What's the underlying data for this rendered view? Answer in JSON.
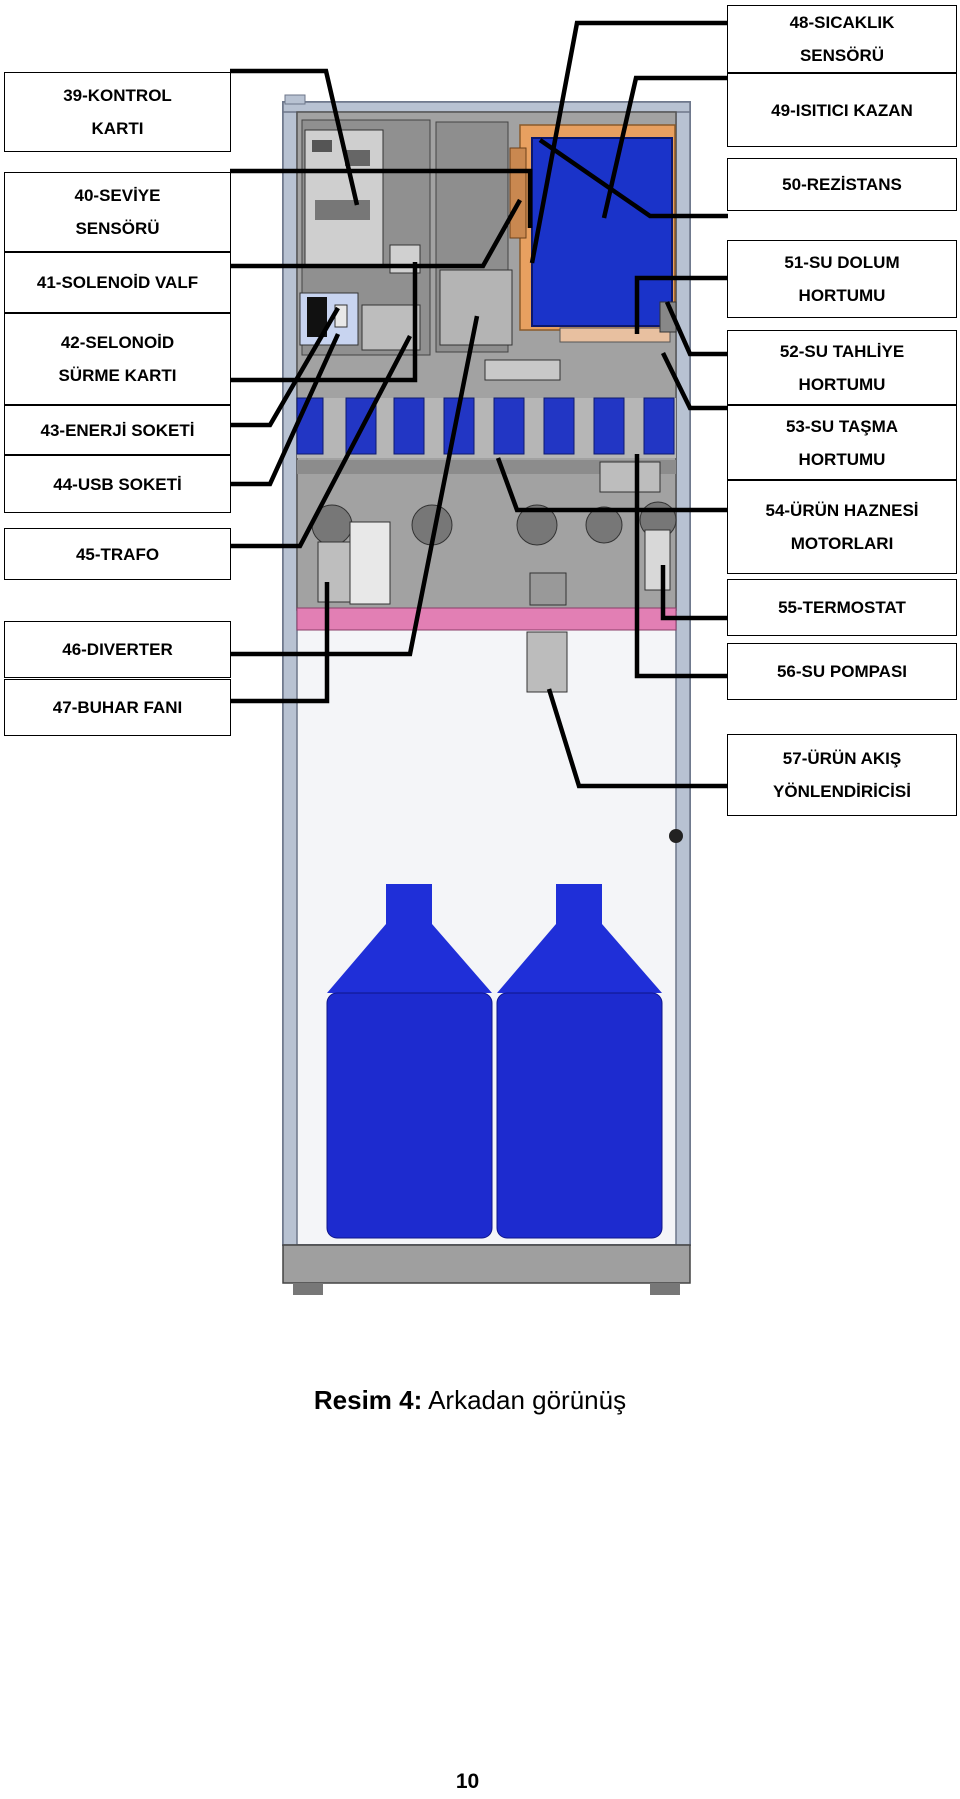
{
  "labels_left": [
    {
      "id": "39",
      "text": "39-KONTROL\nKARTI"
    },
    {
      "id": "40",
      "text": "40-SEVİYE\nSENSÖRÜ"
    },
    {
      "id": "41",
      "text": "41-SOLENOİD VALF"
    },
    {
      "id": "42",
      "text": "42-SELONOİD\nSÜRME KARTI"
    },
    {
      "id": "43",
      "text": "43-ENERJİ SOKETİ"
    },
    {
      "id": "44",
      "text": "44-USB SOKETİ"
    },
    {
      "id": "45",
      "text": "45-TRAFO"
    },
    {
      "id": "46",
      "text": "46-DIVERTER"
    },
    {
      "id": "47",
      "text": "47-BUHAR FANI"
    }
  ],
  "labels_right": [
    {
      "id": "48",
      "text": "48-SICAKLIK\nSENSÖRÜ"
    },
    {
      "id": "49",
      "text": "49-ISITICI KAZAN"
    },
    {
      "id": "50",
      "text": "50-REZİSTANS"
    },
    {
      "id": "51",
      "text": "51-SU DOLUM\nHORTUMU"
    },
    {
      "id": "52",
      "text": "52-SU TAHLİYE\nHORTUMU"
    },
    {
      "id": "53",
      "text": "53-SU TAŞMA\nHORTUMU"
    },
    {
      "id": "54",
      "text": "54-ÜRÜN HAZNESİ\nMOTORLARI"
    },
    {
      "id": "55",
      "text": "55-TERMOSTAT"
    },
    {
      "id": "56",
      "text": "56-SU POMPASI"
    },
    {
      "id": "57",
      "text": "57-ÜRÜN AKIŞ\nYÖNLENDİRİCİSİ"
    }
  ],
  "caption": {
    "bold": "Resim 4:",
    "normal": " Arkadan görünüş"
  },
  "page_number": "10",
  "colors": {
    "frame": "#aeb9c9",
    "panel": "#9a9a9a",
    "blue": "#1a2fcf",
    "pink": "#e27fb4",
    "orange": "#e8a060"
  }
}
